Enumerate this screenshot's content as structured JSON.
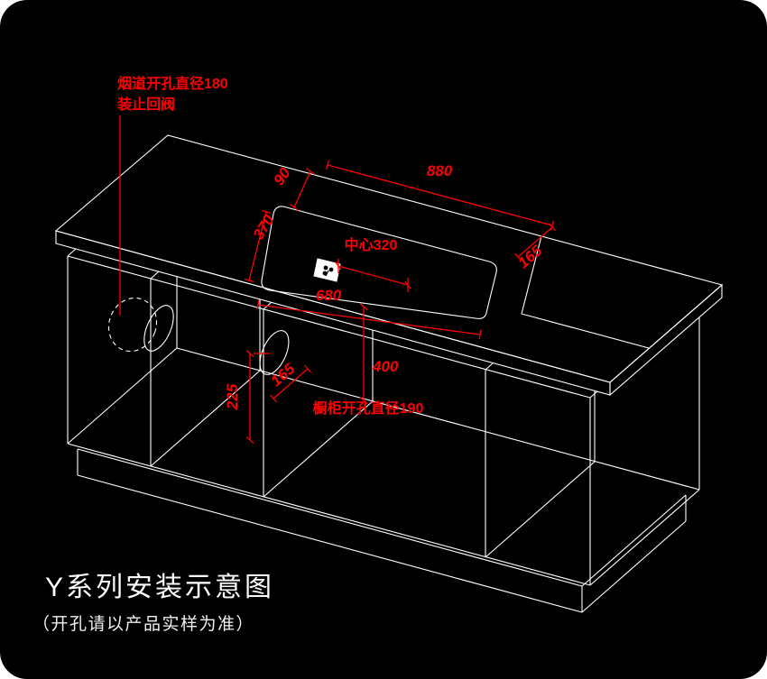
{
  "colors": {
    "canvas": "#000000",
    "page": "#ffffff",
    "line": "#ffffff",
    "dimension": "#ff0000"
  },
  "callouts": {
    "flue_line1": "烟道开孔直径180",
    "flue_line2": "装止回阀",
    "center_socket": "中心320",
    "cabinet_hole": "橱柜开孔直径190"
  },
  "dimensions": {
    "back_gap": "90",
    "top_span": "880",
    "cutout_depth": "370",
    "cutout_width": "680",
    "right_section_depth": "165",
    "hole_offset": "165",
    "hole_center_drop": "400",
    "hole_center_height": "225"
  },
  "title": {
    "main": "Y系列安装示意图",
    "sub": "（开孔请以产品实样为准）"
  }
}
